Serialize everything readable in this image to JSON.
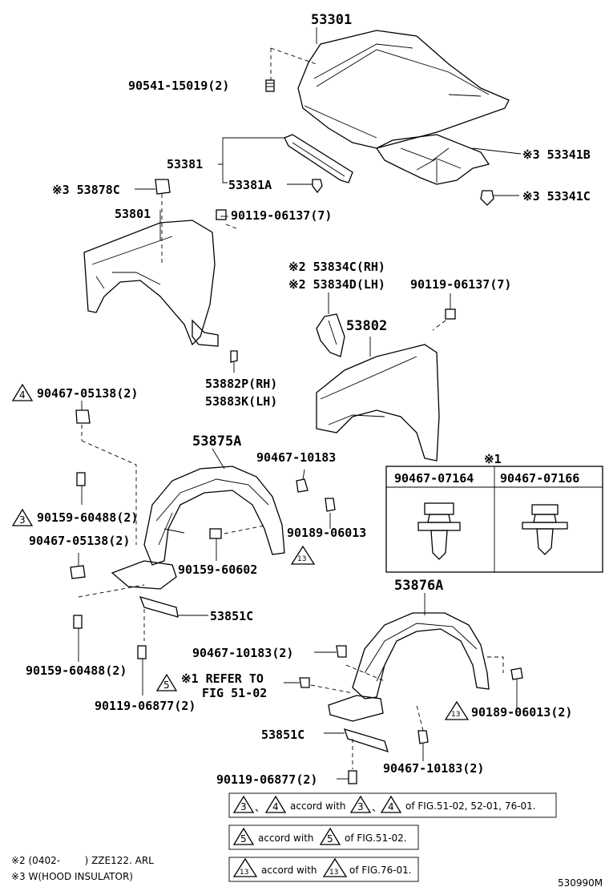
{
  "labels": {
    "p53301": "53301",
    "p90541": "90541-15019(2)",
    "p53341b": "※3 53341B",
    "p53381": "53381",
    "p53381a": "53381A",
    "p53341c": "※3 53341C",
    "p53878c": "※3 53878C",
    "p53801": "53801",
    "p90119_top": "90119-06137(7)",
    "p53834c": "※2 53834C(RH)",
    "p53834d": "※2 53834D(LH)",
    "p90119_mid": "90119-06137(7)",
    "p53802": "53802",
    "p53882p": "53882P(RH)",
    "p53883k": "53883K(LH)",
    "p90467_05138_top": "90467-05138(2)",
    "p53875a": "53875A",
    "p90467_10183_top": "90467-10183",
    "p90159_60488_a": "90159-60488(2)",
    "p90189_06013_a": "90189-06013",
    "p90467_05138_mid": "90467-05138(2)",
    "p90159_60602": "90159-60602",
    "p53851c_a": "53851C",
    "p90159_60488_b": "90159-60488(2)",
    "p53876a": "53876A",
    "p90467_10183_mid": "90467-10183(2)",
    "refer1": "※1 REFER TO",
    "refer2": "FIG 51-02",
    "p90119_06877_a": "90119-06877(2)",
    "p90189_06013_b": "90189-06013(2)",
    "p53851c_b": "53851C",
    "p90467_10183_bot": "90467-10183(2)",
    "p90119_06877_b": "90119-06877(2)"
  },
  "triangles": {
    "t4": "4",
    "t3": "3",
    "t13a": "13",
    "t5": "5",
    "t13b": "13"
  },
  "clip_table": {
    "mark": "※1",
    "col1": "90467-07164",
    "col2": "90467-07166"
  },
  "notes": {
    "n1": {
      "t1": "3",
      "sep": "、",
      "t2": "4",
      "text1": "accord with",
      "t3": "3",
      "sep2": "、",
      "t4": "4",
      "text2": "of FIG.51-02, 52-01, 76-01."
    },
    "n2": {
      "t1": "5",
      "text1": "accord with",
      "t2": "5",
      "text2": "of FIG.51-02."
    },
    "n3": {
      "t1": "13",
      "text1": "accord with",
      "t2": "13",
      "text2": "of FIG.76-01."
    }
  },
  "footnotes": {
    "f2": "※2 (0402-        ) ZZE122. ARL",
    "f3": "※3 W(HOOD INSULATOR)"
  },
  "figure_id": "530990M"
}
